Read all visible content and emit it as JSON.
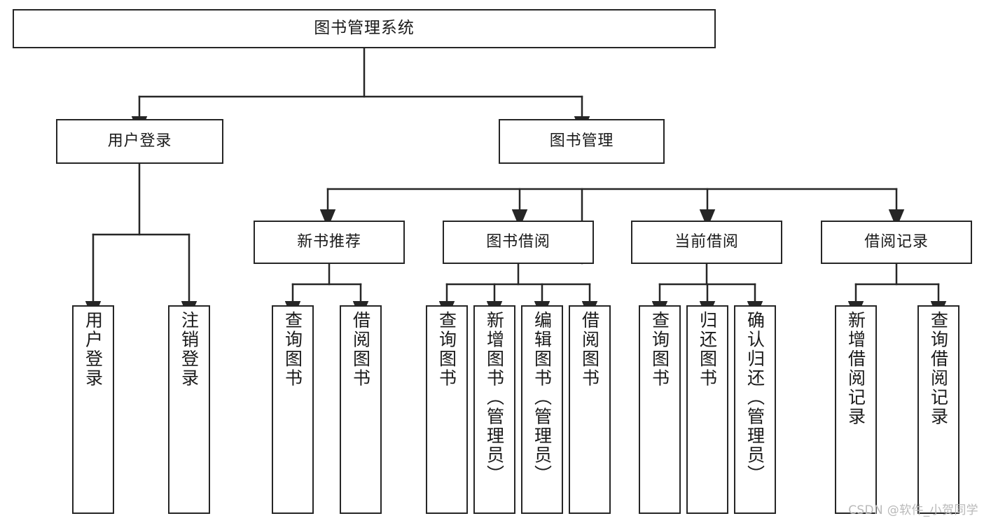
{
  "diagram": {
    "title": "图书管理系统",
    "type": "tree-hierarchy",
    "watermark": "CSDN @软件_小贺同学",
    "colors": {
      "stroke": "#262626",
      "fill": "#ffffff",
      "text": "#1a1a1a",
      "watermark": "#b9b9b9"
    }
  },
  "nodes": {
    "root": {
      "label": "图书管理系统",
      "level": 0
    },
    "user_login": {
      "label": "用户登录",
      "level": 1
    },
    "book_manage": {
      "label": "图书管理",
      "level": 1
    },
    "new_book_rec": {
      "label": "新书推荐",
      "level": 2
    },
    "book_borrow": {
      "label": "图书借阅",
      "level": 2
    },
    "current_borrow": {
      "label": "当前借阅",
      "level": 2
    },
    "borrow_record": {
      "label": "借阅记录",
      "level": 2
    },
    "leaf_user_login": {
      "label": "用户登录",
      "level": 3
    },
    "leaf_logout": {
      "label": "注销登录",
      "level": 3
    },
    "leaf_query_book_1": {
      "label": "查询图书",
      "level": 3
    },
    "leaf_borrow_book_1": {
      "label": "借阅图书",
      "level": 3
    },
    "leaf_query_book_2": {
      "label": "查询图书",
      "level": 3
    },
    "leaf_add_book": {
      "label": "新增图书（管理员）",
      "level": 3
    },
    "leaf_edit_book": {
      "label": "编辑图书（管理员）",
      "level": 3
    },
    "leaf_borrow_book_2": {
      "label": "借阅图书",
      "level": 3
    },
    "leaf_query_book_3": {
      "label": "查询图书",
      "level": 3
    },
    "leaf_return_book": {
      "label": "归还图书",
      "level": 3
    },
    "leaf_confirm_return": {
      "label": "确认归还（管理员）",
      "level": 3
    },
    "leaf_add_record": {
      "label": "新增借阅记录",
      "level": 3
    },
    "leaf_query_record": {
      "label": "查询借阅记录",
      "level": 3
    }
  },
  "edges": [
    {
      "from": "root",
      "to": "user_login"
    },
    {
      "from": "root",
      "to": "book_manage"
    },
    {
      "from": "book_manage",
      "to": "new_book_rec"
    },
    {
      "from": "book_manage",
      "to": "book_borrow"
    },
    {
      "from": "book_manage",
      "to": "current_borrow"
    },
    {
      "from": "book_manage",
      "to": "borrow_record"
    },
    {
      "from": "user_login",
      "to": "leaf_user_login"
    },
    {
      "from": "user_login",
      "to": "leaf_logout"
    },
    {
      "from": "new_book_rec",
      "to": "leaf_query_book_1"
    },
    {
      "from": "new_book_rec",
      "to": "leaf_borrow_book_1"
    },
    {
      "from": "book_borrow",
      "to": "leaf_query_book_2"
    },
    {
      "from": "book_borrow",
      "to": "leaf_add_book"
    },
    {
      "from": "book_borrow",
      "to": "leaf_edit_book"
    },
    {
      "from": "book_borrow",
      "to": "leaf_borrow_book_2"
    },
    {
      "from": "current_borrow",
      "to": "leaf_query_book_3"
    },
    {
      "from": "current_borrow",
      "to": "leaf_return_book"
    },
    {
      "from": "current_borrow",
      "to": "leaf_confirm_return"
    },
    {
      "from": "borrow_record",
      "to": "leaf_add_record"
    },
    {
      "from": "borrow_record",
      "to": "leaf_query_record"
    }
  ]
}
